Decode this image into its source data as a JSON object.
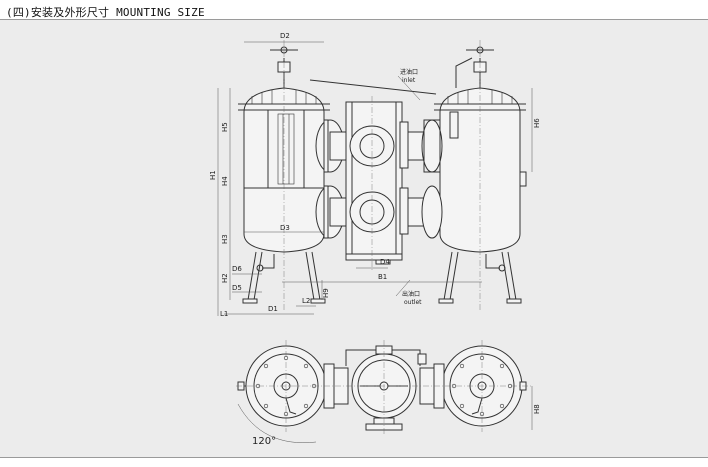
{
  "header": {
    "title": "(四)安装及外形尺寸 MOUNTING SIZE"
  },
  "dimensions": {
    "d2": "D2",
    "d3": "D3",
    "d4": "D4",
    "d5": "D5",
    "d6": "D6",
    "d1": "D1",
    "h1": "H1",
    "h2": "H2",
    "h3": "H3",
    "h4": "H4",
    "h5": "H5",
    "h6": "H6",
    "h8": "H8",
    "h9": "H9",
    "b1": "B1",
    "l1": "L1",
    "l2": "L2",
    "angle": "120°"
  },
  "callouts": {
    "inlet_cn": "进油口",
    "inlet_en": "inlet",
    "outlet_cn": "出油口",
    "outlet_en": "outlet"
  }
}
